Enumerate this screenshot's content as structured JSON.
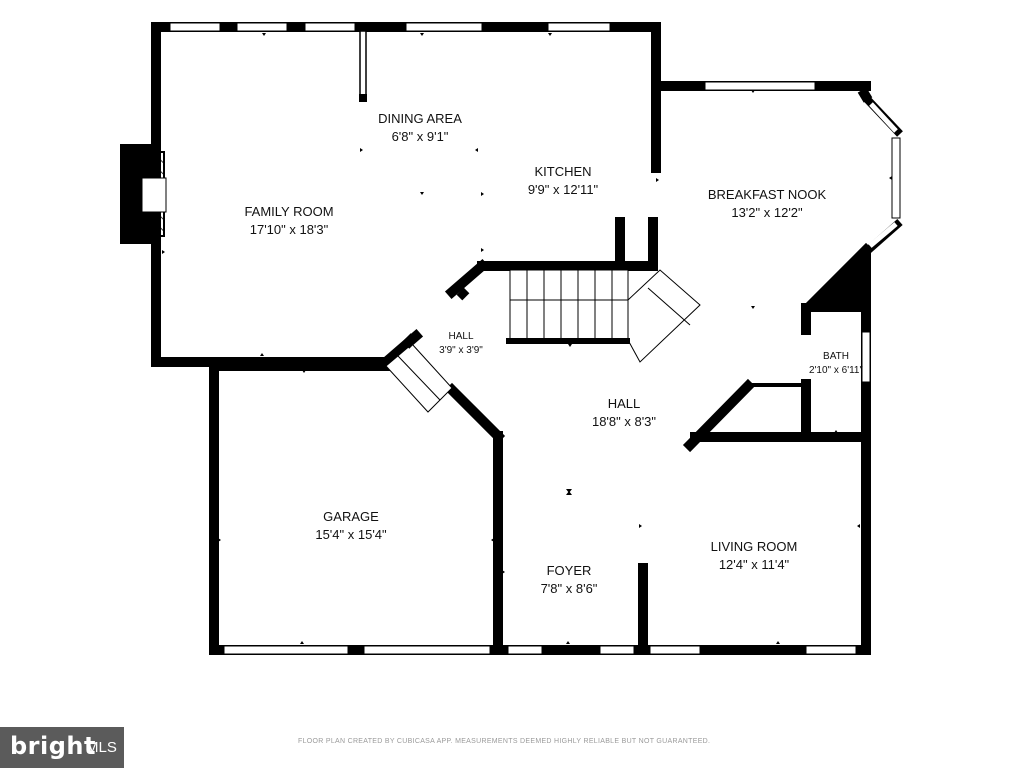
{
  "rooms": {
    "dining_area": {
      "name": "DINING AREA",
      "size": "6'8\" x 9'1\""
    },
    "kitchen": {
      "name": "KITCHEN",
      "size": "9'9\" x 12'11\""
    },
    "family_room": {
      "name": "FAMILY ROOM",
      "size": "17'10\" x 18'3\""
    },
    "breakfast_nook": {
      "name": "BREAKFAST NOOK",
      "size": "13'2\" x 12'2\""
    },
    "hall_small": {
      "name": "HALL",
      "size": "3'9\" x 3'9\""
    },
    "bath": {
      "name": "BATH",
      "size": "2'10\" x 6'11\""
    },
    "hall_main": {
      "name": "HALL",
      "size": "18'8\" x 8'3\""
    },
    "garage": {
      "name": "GARAGE",
      "size": "15'4\" x 15'4\""
    },
    "foyer": {
      "name": "FOYER",
      "size": "7'8\" x 8'6\""
    },
    "living_room": {
      "name": "LIVING ROOM",
      "size": "12'4\" x 11'4\""
    }
  },
  "footer": {
    "logo_text": "bright",
    "logo_suffix": "MLS",
    "disclaimer": "FLOOR PLAN CREATED BY CUBICASA APP. MEASUREMENTS DEEMED HIGHLY RELIABLE BUT NOT GUARANTEED."
  },
  "colors": {
    "wall": "#000000",
    "window": "#ffffff",
    "background": "#ffffff",
    "logo_bg": "#5b5b5b",
    "disclaimer": "#9a9a9a"
  }
}
